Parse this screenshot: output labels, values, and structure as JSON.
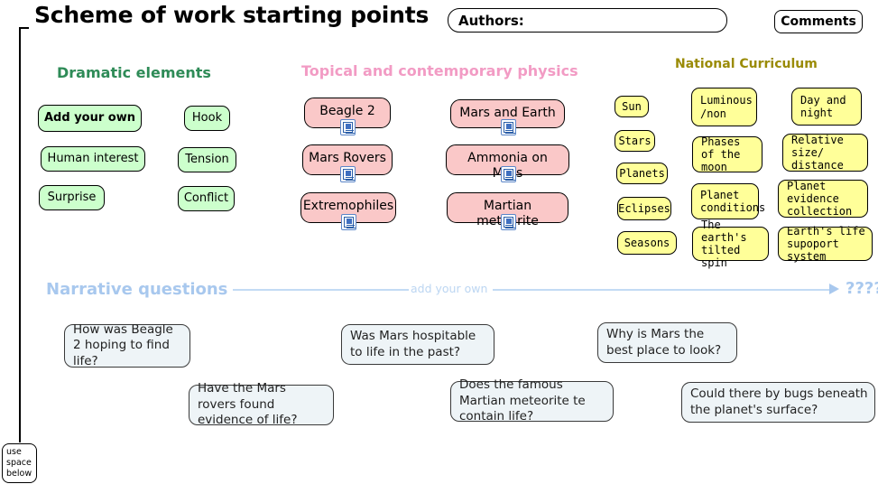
{
  "page": {
    "title": "Scheme of work starting points"
  },
  "header": {
    "authors_label": "Authors:",
    "authors_value": "",
    "comments_label": "Comments"
  },
  "sections": {
    "dramatic": {
      "heading": "Dramatic elements",
      "color": "#2e8b57"
    },
    "topical": {
      "heading": "Topical and contemporary physics",
      "color": "#f29bc4"
    },
    "national": {
      "heading": "National Curriculum",
      "color": "#9a8b06"
    },
    "narrative": {
      "heading": "Narrative questions",
      "mid_label": "add your own",
      "end_label": "????",
      "color": "#a8c8ee"
    }
  },
  "dramatic_elements": [
    {
      "label": "Add your own",
      "bold": true
    },
    {
      "label": "Human interest",
      "bold": false
    },
    {
      "label": "Surprise",
      "bold": false
    },
    {
      "label": "Hook",
      "bold": false
    },
    {
      "label": "Tension",
      "bold": false
    },
    {
      "label": "Conflict",
      "bold": false
    }
  ],
  "topical_items": [
    {
      "label": "Beagle 2",
      "icon": "document-icon"
    },
    {
      "label": "Mars Rovers",
      "icon": "document-icon"
    },
    {
      "label": "Extremophiles",
      "icon": "document-icon"
    },
    {
      "label": "Mars and Earth",
      "icon": "document-icon"
    },
    {
      "label": "Ammonia on Mars",
      "icon": "document-icon"
    },
    {
      "label": "Martian meteorite",
      "icon": "document-icon"
    }
  ],
  "national_curriculum": [
    {
      "label": "Sun"
    },
    {
      "label": "Stars"
    },
    {
      "label": "Planets"
    },
    {
      "label": "Eclipses"
    },
    {
      "label": "Seasons"
    },
    {
      "label": "Luminous /non"
    },
    {
      "label": "Phases of the moon"
    },
    {
      "label": "Planet conditions"
    },
    {
      "label": "The earth's tilted spin"
    },
    {
      "label": "Day and night"
    },
    {
      "label": "Relative size/ distance"
    },
    {
      "label": "Planet evidence collection"
    },
    {
      "label": "Earth's life supoport system"
    }
  ],
  "narrative_questions": [
    {
      "label": "How was Beagle 2 hoping to find life?"
    },
    {
      "label": "Have the Mars rovers found evidence of life?"
    },
    {
      "label": "Was Mars hospitable to life in the past?"
    },
    {
      "label": "Does the famous Martian meteorite te contain life?"
    },
    {
      "label": "Why is Mars the best place  to look?"
    },
    {
      "label": "Could there by bugs beneath the planet's surface?"
    }
  ],
  "footer": {
    "use_space_note": "use space below"
  },
  "colors": {
    "green_fill": "#ccffcc",
    "pink_fill": "#fac8c8",
    "yellow_fill": "#ffff99",
    "question_fill": "#eef4f7",
    "narrative_blue": "#a8c8ee"
  }
}
